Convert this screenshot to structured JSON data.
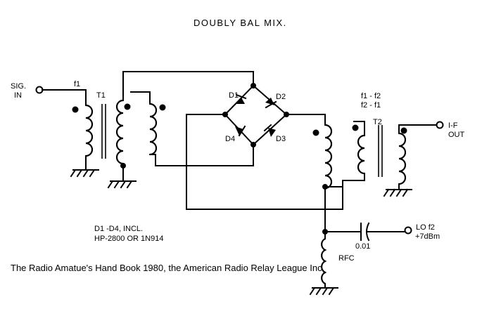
{
  "title": "DOUBLY BAL MIX.",
  "labels": {
    "sig_in_line1": "SIG.",
    "sig_in_line2": "IN",
    "f1": "f1",
    "t1": "T1",
    "d1": "D1",
    "d2": "D2",
    "d3": "D3",
    "d4": "D4",
    "t2": "T2",
    "f1_minus_f2": "f1 - f2",
    "f2_minus_f1": "f2 - f1",
    "if_out_line1": "I-F",
    "if_out_line2": "OUT",
    "lo_line1": "LO  f2",
    "lo_line2": "+7dBm",
    "cap_value": "0.01",
    "rfc": "RFC",
    "diodes_line1": "D1 -D4, INCL.",
    "diodes_line2": "HP-2800 OR 1N914"
  },
  "caption": "The Radio Amatue's Hand Book 1980, the American Radio Relay League Inc."
}
